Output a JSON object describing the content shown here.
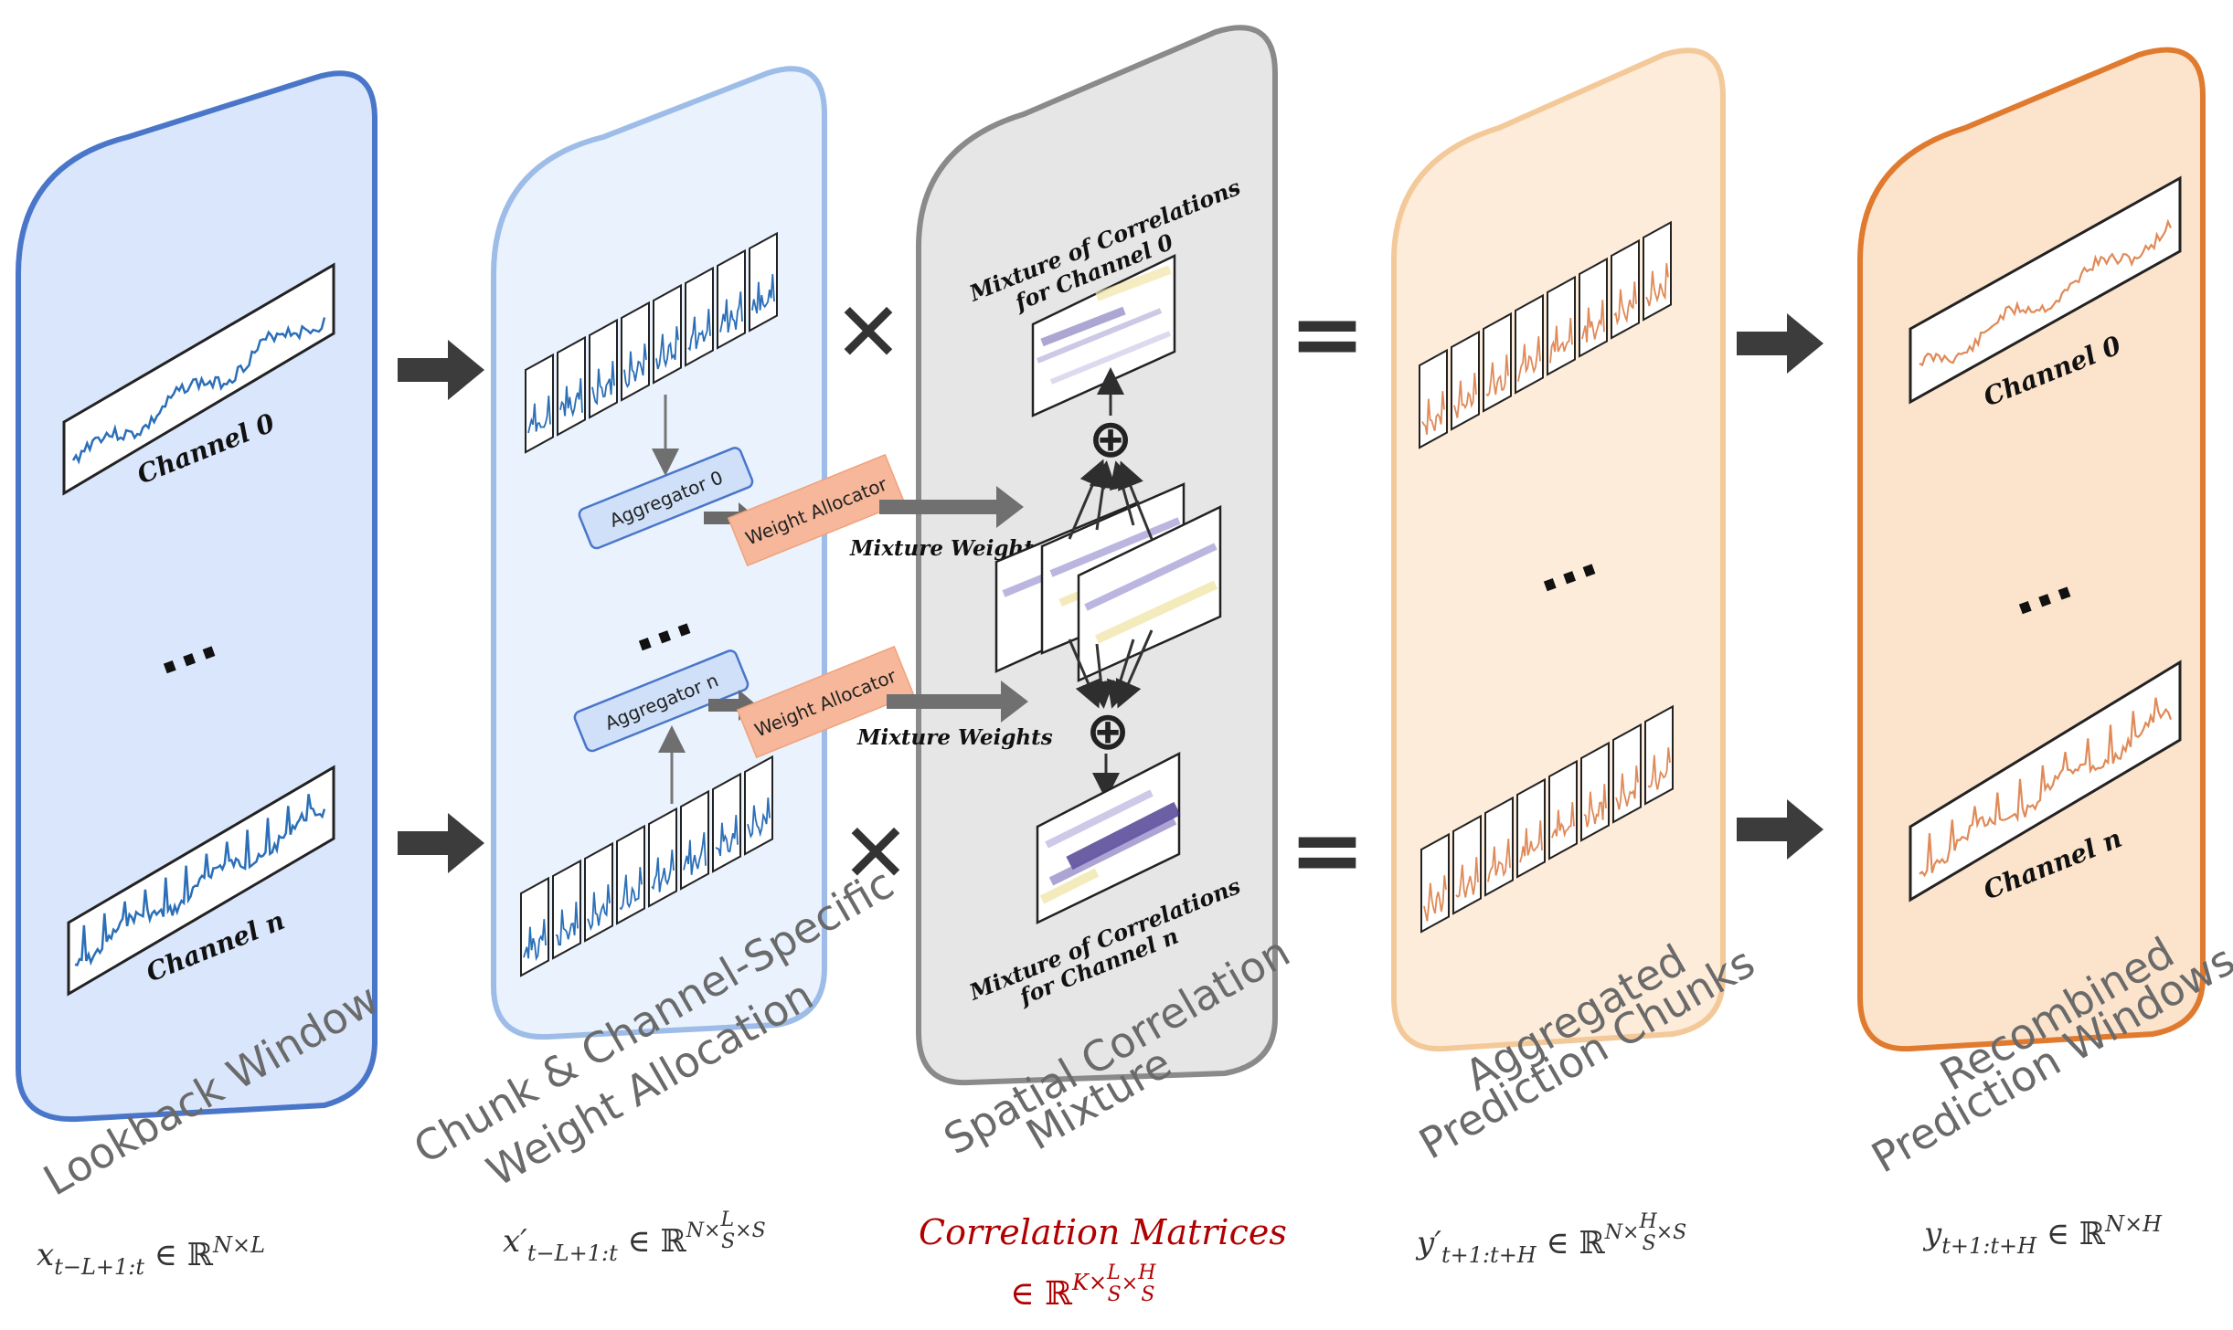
{
  "stages": {
    "lookback": {
      "label": "Lookback Window",
      "channel_top": "Channel 0",
      "channel_bottom": "Channel n",
      "ellipsis": "..."
    },
    "chunk": {
      "label_line1": "Chunk & Channel-Specific",
      "label_line2": "Weight Allocation",
      "aggregator_top": "Aggregator 0",
      "aggregator_bottom": "Aggregator n",
      "weight_allocator": "Weight Allocator",
      "ellipsis": "..."
    },
    "spatial": {
      "label_line1": "Spatial Correlation",
      "label_line2": "Mixture",
      "mix_top_line1": "Mixture of Correlations",
      "mix_top_line2": "for Channel 0",
      "mix_bottom_line1": "Mixture of Correlations",
      "mix_bottom_line2": "for Channel n",
      "mixture_weights": "Mixture Weights",
      "oplus": "⊕"
    },
    "aggregated": {
      "label_line1": "Aggregated",
      "label_line2": "Prediction Chunks",
      "ellipsis": "..."
    },
    "recombined": {
      "label_line1": "Recombined",
      "label_line2": "Prediction Windows",
      "channel_top": "Channel 0",
      "channel_bottom": "Channel n",
      "ellipsis": "..."
    }
  },
  "operators": {
    "multiply": "✕",
    "equals": "="
  },
  "formulas": {
    "lookback": {
      "var": "x",
      "sub": "t−L+1:t",
      "in": " ∈ ℝ",
      "sup": "N×L"
    },
    "chunk": {
      "var": "x′",
      "sub": "t−L+1:t",
      "in": " ∈ ℝ",
      "sup_a": "N×",
      "fr1_num": "L",
      "fr1_den": "S",
      "sup_b": "×S"
    },
    "correlation": {
      "title": "Correlation Matrices",
      "in": "∈ ℝ",
      "sup_a": "K×",
      "fr1_num": "L",
      "fr1_den": "S",
      "mid": "×",
      "fr2_num": "H",
      "fr2_den": "S"
    },
    "aggregated": {
      "var": "y′",
      "sub": "t+1:t+H",
      "in": " ∈ ℝ",
      "sup_a": "N×",
      "fr1_num": "H",
      "fr1_den": "S",
      "sup_b": "×S"
    },
    "recombined": {
      "var": "y",
      "sub": "t+1:t+H",
      "in": " ∈ ℝ",
      "sup": "N×H"
    }
  },
  "colors": {
    "lookback_fill": "#dae6fb",
    "lookback_stroke": "#4a76c9",
    "chunk_fill": "#e9f2fd",
    "chunk_stroke": "#9dbce8",
    "spatial_fill": "#e6e6e6",
    "spatial_stroke": "#8a8a8a",
    "aggregated_fill": "#fdecd9",
    "aggregated_stroke": "#f4c99a",
    "recombined_fill": "#fbe3cc",
    "recombined_stroke": "#e07a2e",
    "series_blue": "#2b6fb8",
    "series_orange": "#e08a58",
    "aggregator_fill": "#cfe0f8",
    "aggregator_stroke": "#4a76c9",
    "allocator_fill": "#f6b79a",
    "arrow_dark": "#3c3c3c",
    "arrow_grey": "#7a7a7a",
    "formula_red": "#b00000"
  }
}
